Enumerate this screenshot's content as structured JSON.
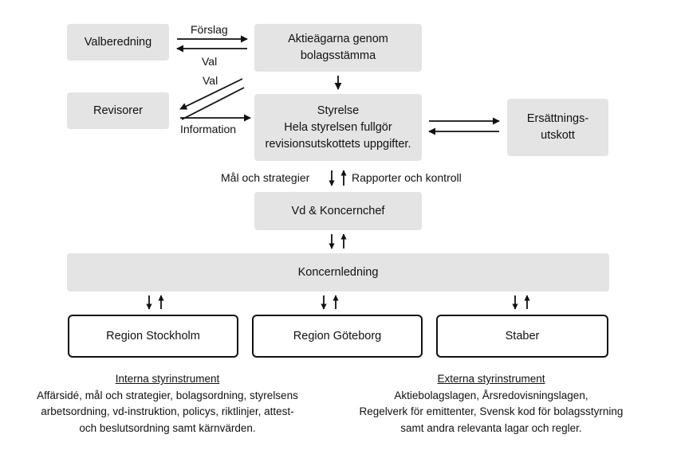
{
  "boxes": {
    "valberedning": "Valberedning",
    "aktieagarna": [
      "Aktieägarna genom",
      "bolagsstämma"
    ],
    "revisorer": "Revisorer",
    "styrelse": [
      "Styrelse",
      "Hela styrelsen fullgör",
      "revisionsutskottets uppgifter."
    ],
    "ersattningsutskott": [
      "Ersättnings-",
      "utskott"
    ],
    "vd": "Vd & Koncernchef",
    "koncernledning": "Koncernledning",
    "region_stockholm": "Region Stockholm",
    "region_goteborg": "Region Göteborg",
    "staber": "Staber"
  },
  "labels": {
    "forslag": "Förslag",
    "val_1": "Val",
    "val_2": "Val",
    "information": "Information",
    "mal": "Mål och strategier",
    "rapporter": "Rapporter och kontroll"
  },
  "internal": {
    "heading": "Interna styrinstrument",
    "lines": [
      "Affärsidé, mål och strategier, bolagsordning, styrelsens",
      "arbetsordning, vd-instruktion, policys, riktlinjer, attest-",
      "och beslutsordning samt kärnvärden."
    ]
  },
  "external": {
    "heading": "Externa styrinstrument",
    "lines": [
      "Aktiebolagslagen, Årsredovisningslagen,",
      "Regelverk för emittenter, Svensk kod för bolagsstyrning",
      "samt andra relevanta lagar och regler."
    ]
  },
  "colors": {
    "box_fill": "#e4e4e5",
    "line": "#111111"
  }
}
